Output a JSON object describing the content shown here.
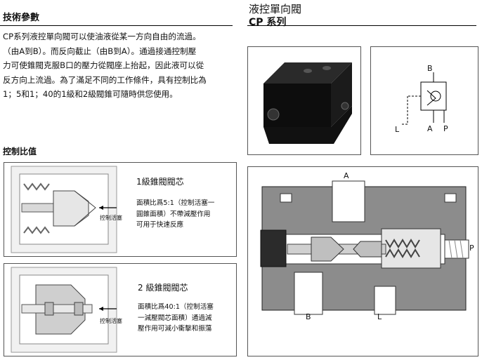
{
  "header": {
    "left_title": "技術參數",
    "right_title": "液控單向閥",
    "right_subtitle": "CP 系列"
  },
  "intro_text": "CP系列液控單向閥可以使油液從某一方向自由的流過。\n（由A到B）。而反向截止（由B到A）。通過接通控制壓\n力可使錐閥克服B口的壓力從閥座上抬起，因此液可以從\n反方向上流過。為了滿足不同的工作條件，具有控制比為\n1；5和1；40的1級和2級閥錐可隨時供您使用。",
  "control_ratio": {
    "title": "控制比值",
    "items": [
      {
        "title": "1級錐閥閥芯",
        "description": "面積比爲5:1（控制活塞一\n圓錐面積）不帶減壓作用\n可用于快速反應",
        "piston_label": "控制活塞"
      },
      {
        "title": "2 級錐閥閥芯",
        "description": "面積比爲40:1（控制活塞\n一減壓閥芯面積）通過減\n壓作用可減小衝擊和振蕩",
        "piston_label": "控制活塞"
      }
    ]
  },
  "symbol_ports": {
    "b": "B",
    "l": "L",
    "a": "A",
    "p": "P"
  },
  "section_ports": {
    "a": "A",
    "p": "P",
    "b": "B",
    "l": "L"
  },
  "colors": {
    "block": "#0d0d0d",
    "section_gray": "#8c8c8c",
    "dark_fill": "#2b2b2b"
  }
}
